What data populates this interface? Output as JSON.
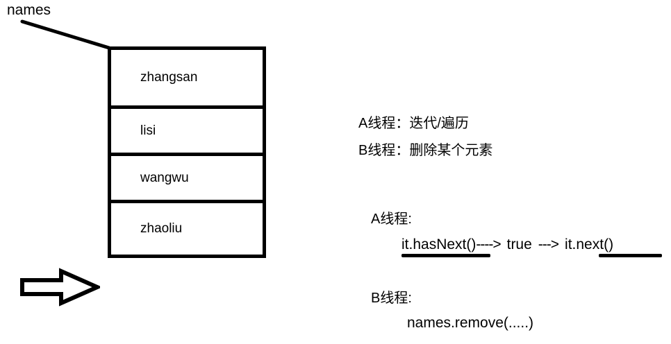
{
  "diagram": {
    "pointer": {
      "label": "names",
      "icon": "pointer-line"
    },
    "list": {
      "items": [
        {
          "value": "zhangsan"
        },
        {
          "value": "lisi"
        },
        {
          "value": "wangwu"
        },
        {
          "value": "zhaoliu"
        }
      ]
    },
    "block_arrow": {
      "icon": "right-block-arrow",
      "direction": "right"
    },
    "notes": [
      {
        "id": "thread-a-note",
        "text": "A线程：迭代/遍历"
      },
      {
        "id": "thread-b-note",
        "text": "B线程：删除某个元素"
      }
    ],
    "sequences": [
      {
        "id": "thread-a-sequence",
        "heading": "A线程:",
        "steps": [
          {
            "text": "it.hasNext()",
            "underlined": true
          },
          {
            "text": "---->",
            "kind": "arrow"
          },
          {
            "text": "true",
            "underlined": false
          },
          {
            "text": "--->",
            "kind": "arrow"
          },
          {
            "text": "it.next()",
            "underlined": true
          }
        ]
      },
      {
        "id": "thread-b-sequence",
        "heading": "B线程:",
        "steps": [
          {
            "text": "names.remove(.....)",
            "underlined": false
          }
        ]
      }
    ],
    "colors": {
      "ink": "#000000",
      "paper": "#ffffff"
    }
  }
}
